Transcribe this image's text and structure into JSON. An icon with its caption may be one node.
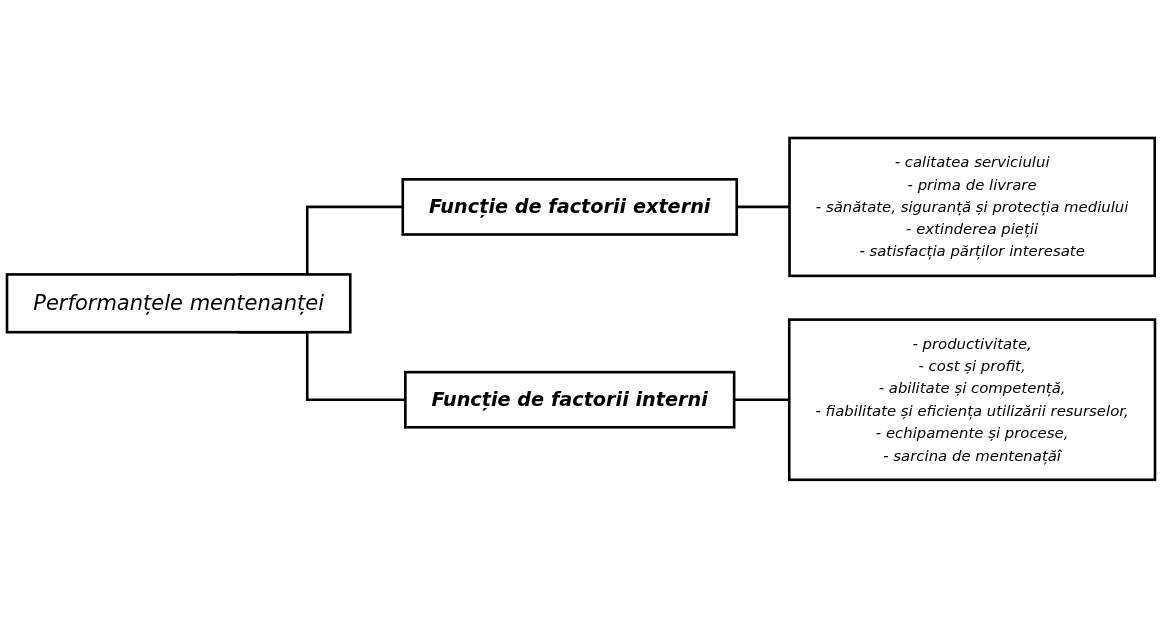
{
  "diagram": {
    "nodes": [
      {
        "text": [
          "Performanțele mentenanței"
        ]
      },
      {
        "text": [
          "Funcție de factorii externi"
        ]
      },
      {
        "text": [
          "Funcție de factorii interni"
        ]
      },
      {
        "text": [
          "- calitatea serviciului",
          "- prima de livrare",
          "- sănătate, siguranță și protecția mediului",
          "- extinderea pieții",
          "- satisfacția părților interesate"
        ]
      },
      {
        "text": [
          "- productivitate,",
          "- cost și profit,",
          "- abilitate și competență,",
          "- fiabilitate și eficiența utilizării resurselor,",
          "- echipamente și procese,",
          "- sarcina de mentenațăî"
        ]
      }
    ],
    "edges": [
      {
        "from": 0,
        "to": 1,
        "arrow": "none"
      },
      {
        "from": 0,
        "to": 2,
        "arrow": "none"
      },
      {
        "from": 1,
        "to": 3,
        "arrow": "none"
      },
      {
        "from": 2,
        "to": 4,
        "arrow": "none"
      }
    ]
  }
}
